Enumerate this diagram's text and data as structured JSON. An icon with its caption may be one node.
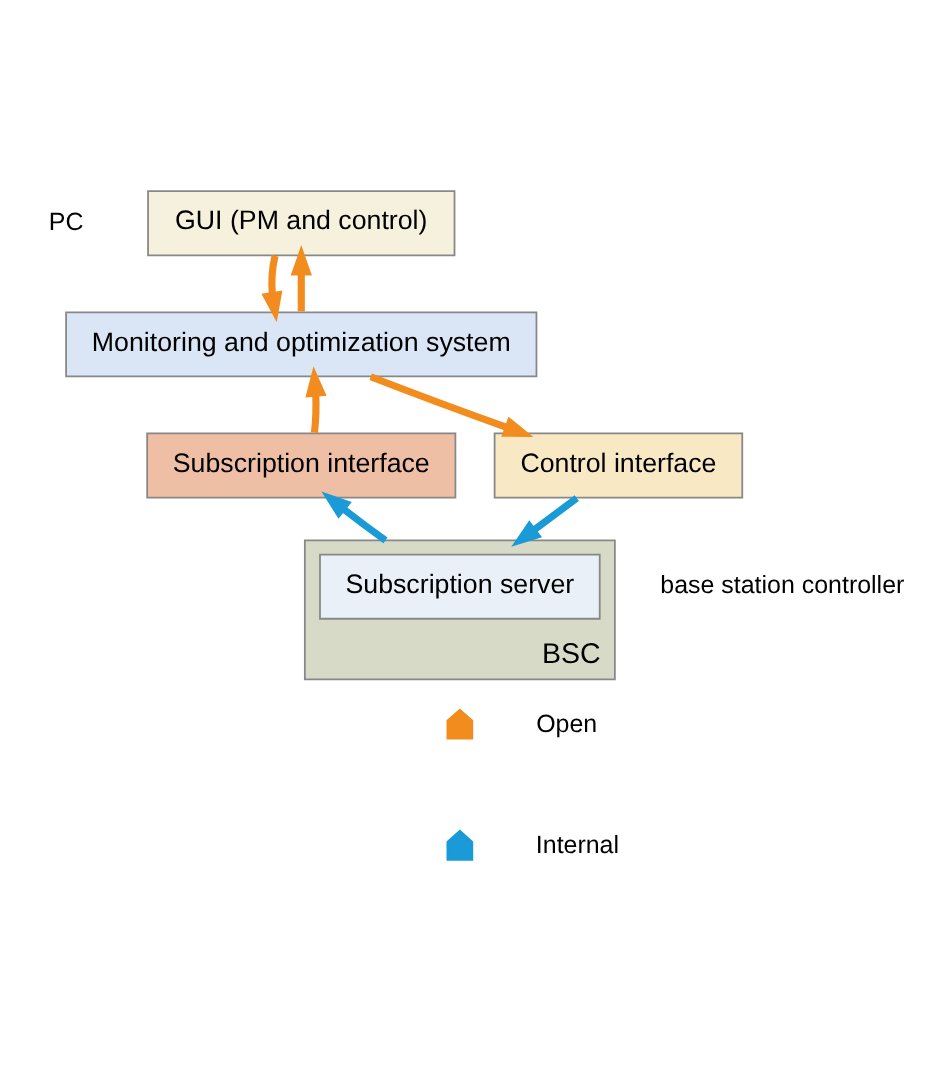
{
  "diagram": {
    "nodes": [
      {
        "text": [
          "GUI (PM and control)"
        ]
      },
      {
        "text": [
          "Monitoring and optimization system"
        ]
      },
      {
        "text": [
          "Subscription interface"
        ]
      },
      {
        "text": [
          "Control interface"
        ]
      },
      {
        "text": [
          "BSC"
        ]
      },
      {
        "text": [
          "Subscription server"
        ],
        "in": 4
      }
    ],
    "edges": [
      {
        "from": 1,
        "to": 0,
        "arrow": "to"
      },
      {
        "from": 0,
        "to": 1,
        "arrow": "to"
      },
      {
        "from": 2,
        "to": 1,
        "arrow": "to"
      },
      {
        "from": 1,
        "to": 3,
        "arrow": "to"
      },
      {
        "from": 4,
        "to": 2,
        "arrow": "to",
        "color": "#1a9ad6"
      },
      {
        "from": 3,
        "to": 4,
        "arrow": "to",
        "color": "#1a9ad6"
      }
    ],
    "labels": [
      "PC",
      "base station controller"
    ],
    "legend": [
      {
        "text": "Open",
        "color": "#f28c1e"
      },
      {
        "text": "Internal",
        "color": "#1a9ad6"
      }
    ]
  }
}
